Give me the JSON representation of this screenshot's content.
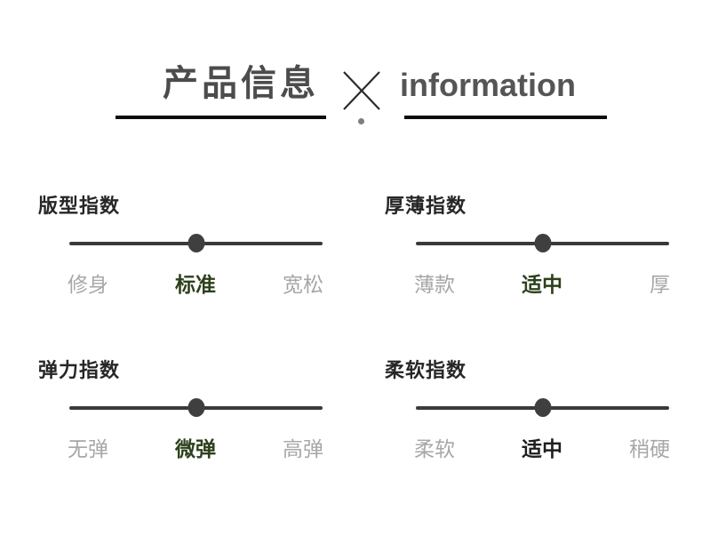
{
  "header": {
    "title_cn": "产品信息",
    "title_en": "information",
    "separator_icon": "times-icon",
    "divider_dot_icon": "dot-divider",
    "divider_color": "#0d0d0d",
    "title_color": "#4c4c4c"
  },
  "colors": {
    "accent_green": "#2d401c",
    "label_gray": "#a7a7a7",
    "track_gray": "#3a3a3a",
    "selected_black": "#1f1f1f"
  },
  "sliders": [
    {
      "title": "版型指数",
      "left_label": "修身",
      "selected_label": "标准",
      "right_label": "宽松",
      "selected_color": "#2d401c",
      "knob_pct": 50
    },
    {
      "title": "厚薄指数",
      "left_label": "薄款",
      "selected_label": "适中",
      "right_label": "厚",
      "selected_color": "#2d401c",
      "knob_pct": 50
    },
    {
      "title": "弹力指数",
      "left_label": "无弹",
      "selected_label": "微弹",
      "right_label": "高弹",
      "selected_color": "#2d401c",
      "knob_pct": 50
    },
    {
      "title": "柔软指数",
      "left_label": "柔软",
      "selected_label": "适中",
      "right_label": "稍硬",
      "selected_color": "#1f1f1f",
      "knob_pct": 50
    }
  ]
}
